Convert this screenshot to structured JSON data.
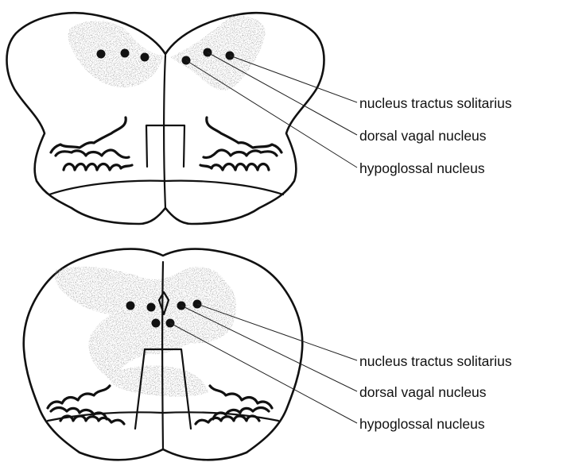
{
  "figure": {
    "top_section": {
      "labels": [
        "nucleus tractus solitarius",
        "dorsal vagal nucleus",
        "hypoglossal nucleus"
      ]
    },
    "bottom_section": {
      "labels": [
        "nucleus tractus solitarius",
        "dorsal vagal nucleus",
        "hypoglossal nucleus"
      ]
    },
    "colors": {
      "outline": "#111111",
      "stipple": "#7a7a7a",
      "background": "#ffffff"
    }
  }
}
